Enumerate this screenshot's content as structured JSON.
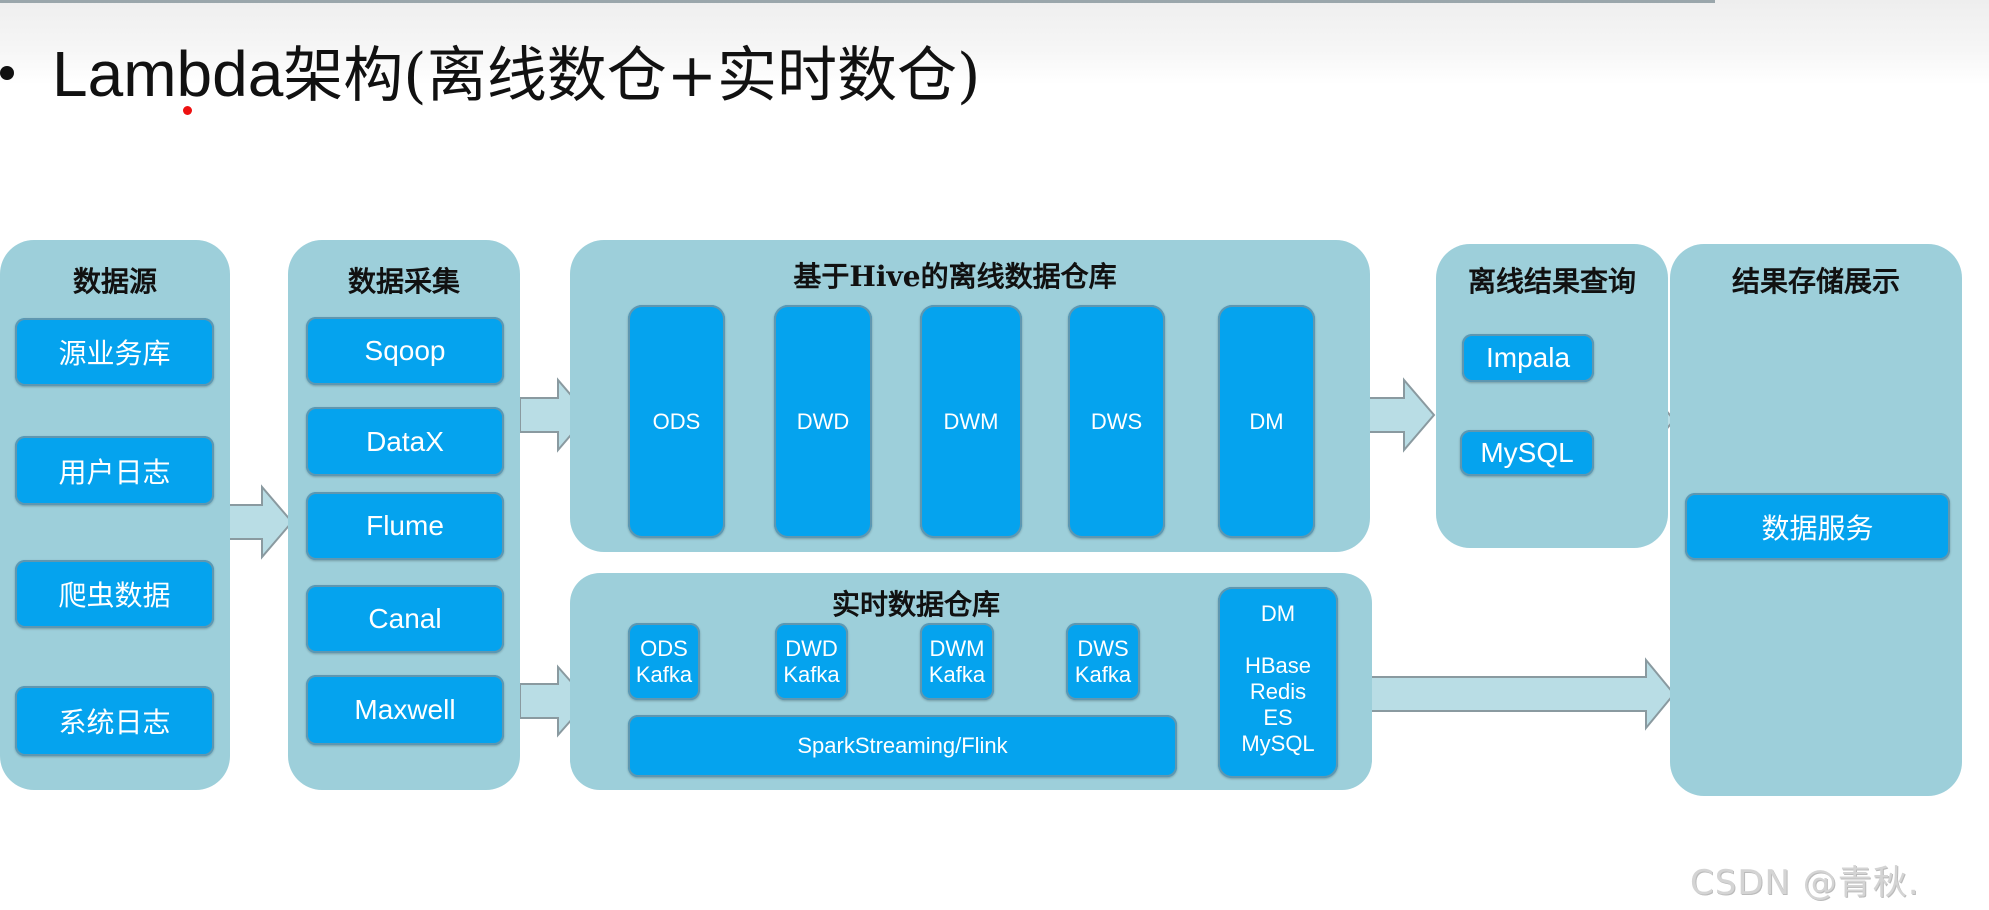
{
  "title": {
    "latin": "Lambda",
    "cn": "架构(离线数仓+实时数仓)"
  },
  "panels": {
    "sources": {
      "title": "数据源",
      "items": [
        "源业务库",
        "用户日志",
        "爬虫数据",
        "系统日志"
      ]
    },
    "collection": {
      "title": "数据采集",
      "items": [
        "Sqoop",
        "DataX",
        "Flume",
        "Canal",
        "Maxwell"
      ]
    },
    "offline_warehouse": {
      "title": "基于Hive的离线数据仓库",
      "layers": [
        "ODS",
        "DWD",
        "DWM",
        "DWS",
        "DM"
      ]
    },
    "realtime_warehouse": {
      "title": "实时数据仓库",
      "layers": [
        {
          "name": "ODS",
          "sub": "Kafka"
        },
        {
          "name": "DWD",
          "sub": "Kafka"
        },
        {
          "name": "DWM",
          "sub": "Kafka"
        },
        {
          "name": "DWS",
          "sub": "Kafka"
        }
      ],
      "engine": "SparkStreaming/Flink",
      "dm": {
        "name": "DM",
        "stores": [
          "HBase",
          "Redis",
          "ES",
          "MySQL"
        ]
      }
    },
    "offline_query": {
      "title": "离线结果查询",
      "items": [
        "Impala",
        "MySQL"
      ]
    },
    "result": {
      "title": "结果存储展示",
      "items": [
        "数据服务"
      ]
    }
  },
  "colors": {
    "panel": "#9dcfda",
    "box": "#05a3ee",
    "arrow": "#b9dde5"
  },
  "watermark": "CSDN @青秋."
}
